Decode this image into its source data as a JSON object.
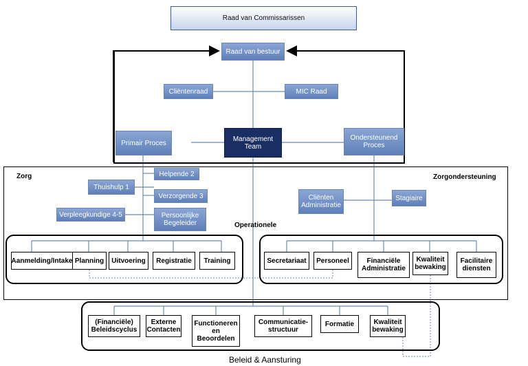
{
  "governance": {
    "rvc": "Raad van Commissarissen",
    "rvb": "Raad van bestuur",
    "clientenraad": "Cliëntenraad",
    "mic_raad": "MIC Raad",
    "primair_proces": "Primair Proces",
    "management_team": "Management Team",
    "ondersteunend_proces": "Ondersteunend Proces"
  },
  "zorg": {
    "label": "Zorg",
    "helpende": "Helpende 2",
    "thuishulp": "Thuishulp 1",
    "verzorgende": "Verzorgende 3",
    "verpleegkundige": "Verpleegkundige 4-5",
    "persoonlijke_begeleider": "Persoonlijke Begeleider",
    "processes": [
      "Aanmelding/Intake",
      "Planning",
      "Uitvoering",
      "Registratie",
      "Training"
    ]
  },
  "zorgondersteuning": {
    "label": "Zorgondersteuning",
    "clienten_administratie": "Cliënten Administratie",
    "stagiaire": "Stagiaire",
    "processes": [
      "Secretariaat",
      "Personeel",
      "Financiële Administratie",
      "Kwaliteit bewaking",
      "Facilitaire diensten"
    ]
  },
  "operationele_label": "Operationele",
  "beleid": {
    "label": "Beleid & Aansturing",
    "items": [
      "(Financiële) Beleidscyclus",
      "Externe Contacten",
      "Functioneren en Beoordelen",
      "Communicatie-structuur",
      "Formatie",
      "Kwaliteit bewaking"
    ]
  },
  "colors": {
    "node_blue": "#6f8fc6",
    "management_team": "#1b2e63",
    "line": "#6b88b4"
  }
}
